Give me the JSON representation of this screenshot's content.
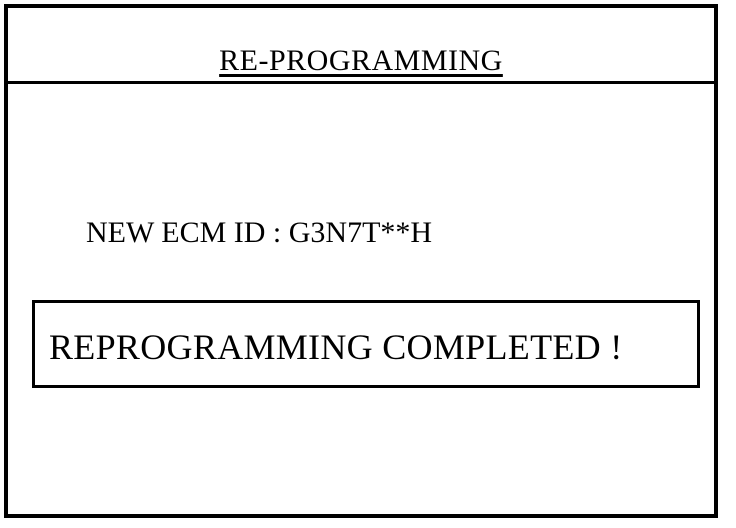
{
  "header": {
    "title": "RE-PROGRAMMING"
  },
  "main": {
    "ecm_id_label": "NEW ECM ID : G3N7T**H"
  },
  "status": {
    "message": "REPROGRAMMING COMPLETED !"
  }
}
